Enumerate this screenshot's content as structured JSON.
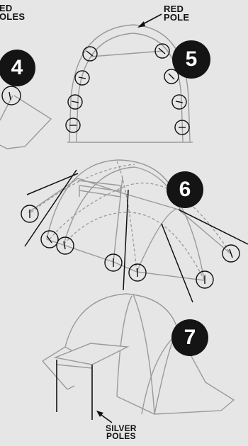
{
  "labels": {
    "top_left_partial": [
      "ED",
      "OLES"
    ],
    "red_pole": [
      "RED",
      "POLE"
    ],
    "silver_poles": [
      "SILVER",
      "POLES"
    ]
  },
  "steps": [
    "4",
    "5",
    "6",
    "7"
  ],
  "colors": {
    "background": "#e6e6e6",
    "badge": "#141414",
    "badge_text": "#ffffff",
    "tent_line": "#9a9a9a",
    "callout_line": "#111111"
  }
}
